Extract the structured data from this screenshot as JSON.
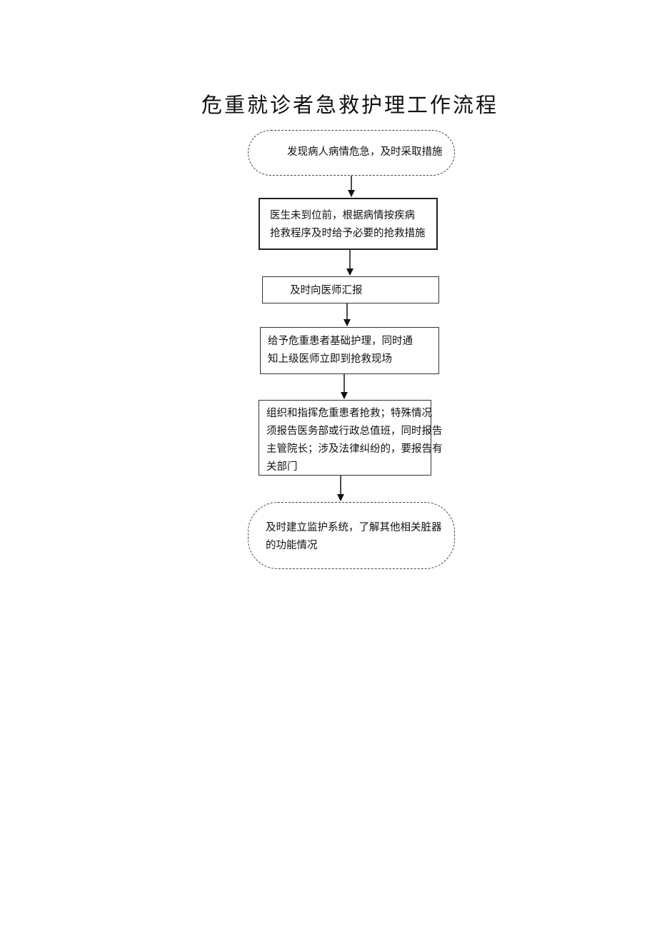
{
  "title": "危重就诊者急救护理工作流程",
  "steps": [
    {
      "lines": [
        "发现病人病情危急，及时采取措施"
      ]
    },
    {
      "lines": [
        "医生未到位前，根据病情按疾病",
        "抢救程序及时给予必要的抢救措施"
      ]
    },
    {
      "lines": [
        "及时向医师汇报"
      ]
    },
    {
      "lines": [
        "给予危重患者基础护理，同时通",
        "知上级医师立即到抢救现场"
      ]
    },
    {
      "lines": [
        "组织和指挥危重患者抢救；特殊情况",
        "须报告医务部或行政总值班，同时报告",
        "主管院长；涉及法律纠纷的，要报告有",
        "关部门"
      ]
    },
    {
      "lines": [
        "及时建立监护系统，了解其他相关脏器",
        "的功能情况"
      ]
    }
  ]
}
